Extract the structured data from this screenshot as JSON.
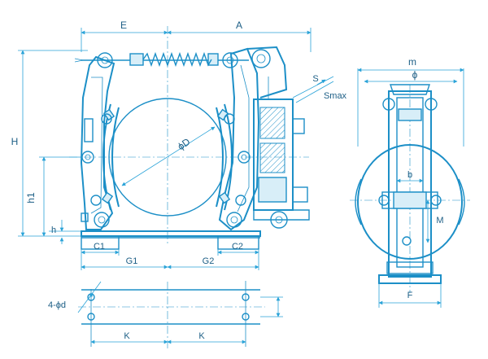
{
  "labels": {
    "E": "E",
    "A": "A",
    "S": "S",
    "Smax": "Smax",
    "H": "H",
    "h1": "h1",
    "h": "h",
    "D": "ϕD",
    "C1": "C1",
    "G1": "G1",
    "G2": "G2",
    "C2": "C2",
    "m": "m",
    "phi": "ϕ",
    "b": "b",
    "M": "M",
    "F": "F",
    "holes": "4-ϕd",
    "K1": "K",
    "K2": "K"
  },
  "colors": {
    "line": "#1c8fc7",
    "text": "#1d5f86",
    "fill": "#d8eef8"
  }
}
